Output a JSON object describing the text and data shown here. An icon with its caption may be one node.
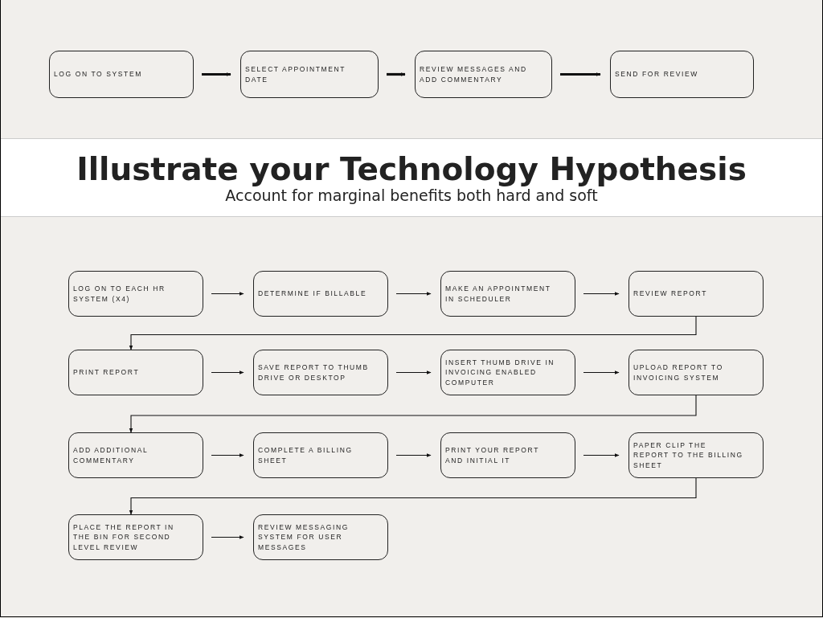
{
  "diagram": {
    "title": "Illustrate your Technology Hypothesis",
    "nodes": [
      {
        "text": [
          "LOG ON TO SYSTEM"
        ]
      },
      {
        "text": [
          "SELECT APPOINTMENT DATE"
        ]
      },
      {
        "text": [
          "REVIEW MESSAGES AND ADD COMMENTARY"
        ]
      },
      {
        "text": [
          "SEND FOR REVIEW"
        ]
      },
      {
        "text": [
          "LOG ON TO EACH HR SYSTEM (X4)"
        ]
      },
      {
        "text": [
          "DETERMINE IF BILLABLE"
        ]
      },
      {
        "text": [
          "MAKE AN APPOINTMENT IN SCHEDULER"
        ]
      },
      {
        "text": [
          "REVIEW REPORT"
        ]
      },
      {
        "text": [
          "PRINT REPORT"
        ]
      },
      {
        "text": [
          "SAVE REPORT TO THUMB DRIVE OR DESKTOP"
        ]
      },
      {
        "text": [
          "INSERT THUMB DRIVE IN INVOICING ENABLED COMPUTER"
        ]
      },
      {
        "text": [
          "UPLOAD REPORT TO INVOICING SYSTEM"
        ]
      },
      {
        "text": [
          "ADD ADDITIONAL COMMENTARY"
        ]
      },
      {
        "text": [
          "COMPLETE A BILLING SHEET"
        ]
      },
      {
        "text": [
          "PRINT YOUR REPORT AND INITIAL IT"
        ]
      },
      {
        "text": [
          "PAPER CLIP THE REPORT TO THE BILLING SHEET"
        ]
      },
      {
        "text": [
          "PLACE THE REPORT IN THE BIN FOR SECOND LEVEL REVIEW"
        ]
      },
      {
        "text": [
          "REVIEW MESSAGING SYSTEM FOR USER MESSAGES"
        ]
      }
    ],
    "edges": [
      {
        "from": 0,
        "to": 1,
        "arrow": "to",
        "style": "thick"
      },
      {
        "from": 1,
        "to": 2,
        "arrow": "to",
        "style": "thick"
      },
      {
        "from": 2,
        "to": 3,
        "arrow": "to",
        "style": "thick"
      },
      {
        "from": 4,
        "to": 5,
        "arrow": "to"
      },
      {
        "from": 5,
        "to": 6,
        "arrow": "to"
      },
      {
        "from": 6,
        "to": 7,
        "arrow": "to"
      },
      {
        "from": 7,
        "to": 8,
        "arrow": "to"
      },
      {
        "from": 8,
        "to": 9,
        "arrow": "to"
      },
      {
        "from": 9,
        "to": 10,
        "arrow": "to"
      },
      {
        "from": 10,
        "to": 11,
        "arrow": "to"
      },
      {
        "from": 11,
        "to": 12,
        "arrow": "to"
      },
      {
        "from": 12,
        "to": 13,
        "arrow": "to"
      },
      {
        "from": 13,
        "to": 14,
        "arrow": "to"
      },
      {
        "from": 14,
        "to": 15,
        "arrow": "to"
      },
      {
        "from": 15,
        "to": 16,
        "arrow": "to"
      },
      {
        "from": 16,
        "to": 17,
        "arrow": "to"
      }
    ],
    "labels": [
      "Account for marginal benefits both hard and soft"
    ]
  }
}
